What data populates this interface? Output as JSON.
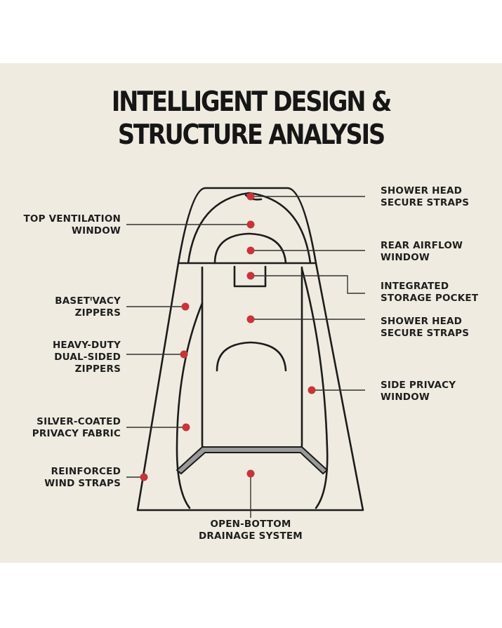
{
  "title": {
    "line1": "INTELLIGENT DESIGN &",
    "line2": "STRUCTURE ANALYSIS"
  },
  "colors": {
    "background": "#efebe0",
    "outline": "#1c1c1c",
    "marker": "#c8343a",
    "floor_band": "#9a9a9a"
  },
  "labels": {
    "shower_head_top": {
      "line1": "SHOWER HEAD",
      "line2": "SECURE STRAPS"
    },
    "top_ventilation": {
      "line1": "TOP VENTILATION",
      "line2": "WINDOW"
    },
    "rear_airflow": {
      "line1": "REAR AIRFLOW",
      "line2": "WINDOW"
    },
    "storage_pocket": {
      "line1": "INTEGRATED",
      "line2": "STORAGE POCKET"
    },
    "privacy_zippers": {
      "line1": "BASETᴵVACY",
      "line2": "ZIPPERS"
    },
    "shower_head_mid": {
      "line1": "SHOWER HEAD",
      "line2": "SECURE STRAPS"
    },
    "dual_zippers": {
      "line1": "HEAVY-DUTY",
      "line2": "DUAL-SIDED",
      "line3": "ZIPPERS"
    },
    "side_privacy": {
      "line1": "SIDE PRIVACY",
      "line2": "WINDOW"
    },
    "silver_fabric": {
      "line1": "SILVER-COATED",
      "line2": "PRIVACY FABRIC"
    },
    "wind_straps": {
      "line1": "REINFORCED",
      "line2": "WIND STRAPS"
    },
    "drainage": {
      "line1": "OPEN-BOTTOM",
      "line2": "DRAINAGE SYSTEM"
    }
  }
}
